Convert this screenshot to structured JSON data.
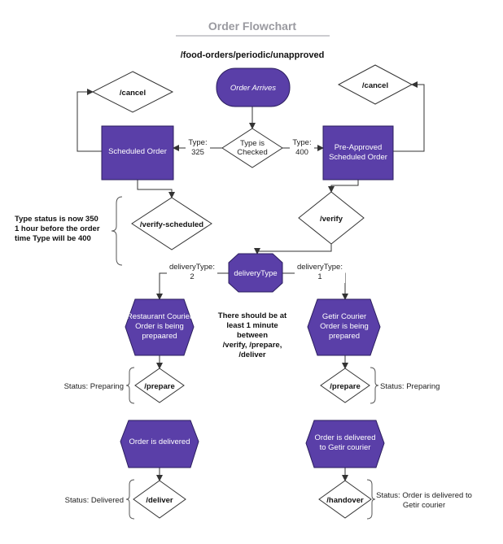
{
  "title": "Order Flowchart",
  "subtitle": "/food-orders/periodic/unapproved",
  "nodes": {
    "order_arrives": "Order Arrives",
    "type_checked": [
      "Type is",
      "Checked"
    ],
    "scheduled_order": "Scheduled Order",
    "pre_approved": [
      "Pre-Approved",
      "Scheduled Order"
    ],
    "cancel_left": "/cancel",
    "cancel_right": "/cancel",
    "verify_scheduled": "/verify-scheduled",
    "verify": "/verify",
    "delivery_type": "deliveryType",
    "restaurant_courier": [
      "Restaurant Courier",
      "Order is being",
      "prepaared"
    ],
    "getir_courier": [
      "Getir Courier",
      "Order is being",
      "prepared"
    ],
    "prepare_left": "/prepare",
    "prepare_right": "/prepare",
    "delivered_left": "Order is delivered",
    "delivered_right": [
      "Order is delivered",
      "to Getir courier"
    ],
    "deliver": "/deliver",
    "handover": "/handover"
  },
  "edge_labels": {
    "type_325": [
      "Type:",
      "325"
    ],
    "type_400": [
      "Type:",
      "400"
    ],
    "delivery_type_2": [
      "deliveryType:",
      "2"
    ],
    "delivery_type_1": [
      "deliveryType:",
      "1"
    ]
  },
  "notes": {
    "type_status": [
      "Type status is now 350",
      "1 hour before the order",
      "time Type will be 400"
    ],
    "min_gap": [
      "There should be at",
      "least 1 minute",
      "between",
      "/verify, /prepare,",
      "/deliver"
    ],
    "status_preparing_left": "Status: Preparing",
    "status_preparing_right": "Status: Preparing",
    "status_delivered": "Status: Delivered",
    "status_handover": [
      "Status: Order is delivered to",
      "Getir courier"
    ]
  },
  "colors": {
    "primary": "#5a3fa8",
    "title": "#9a9aa0"
  }
}
